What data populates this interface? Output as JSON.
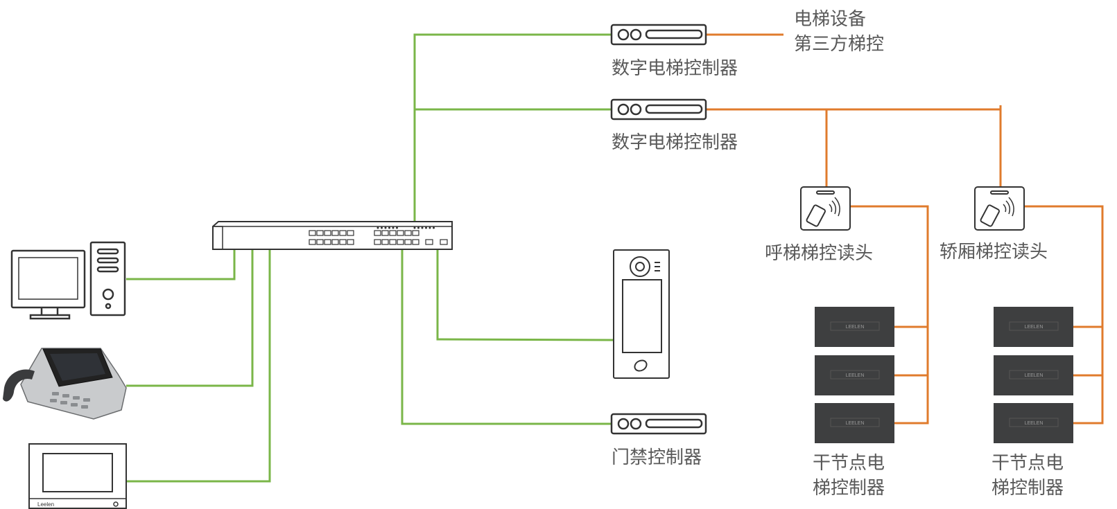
{
  "colors": {
    "network_line": "#7ab648",
    "elevator_line": "#e07b2c",
    "device_stroke": "#333333",
    "label_text": "#595959",
    "dry_contact_fill": "#3e3f40"
  },
  "labels": {
    "elevator_equipment": "电梯设备",
    "third_party_control": "第三方梯控",
    "digital_controller_1": "数字电梯控制器",
    "digital_controller_2": "数字电梯控制器",
    "hall_call_reader": "呼梯梯控读头",
    "car_reader": "轿厢梯控读头",
    "access_controller": "门禁控制器",
    "dry_contact_left_line1": "干节点电",
    "dry_contact_left_line2": "梯控制器",
    "dry_contact_right_line1": "干节点电",
    "dry_contact_right_line2": "梯控制器",
    "indoor_monitor_brand": "Leelen",
    "dry_contact_brand": "LEELEN"
  },
  "icons": {
    "pc": "desktop-computer-icon",
    "desk_phone": "desk-video-phone-icon",
    "indoor_monitor": "indoor-monitor-icon",
    "switch": "network-switch-icon",
    "controller": "controller-box-icon",
    "door_station": "door-station-icon",
    "card_reader": "card-reader-icon",
    "dry_contact": "dry-contact-module-icon"
  }
}
